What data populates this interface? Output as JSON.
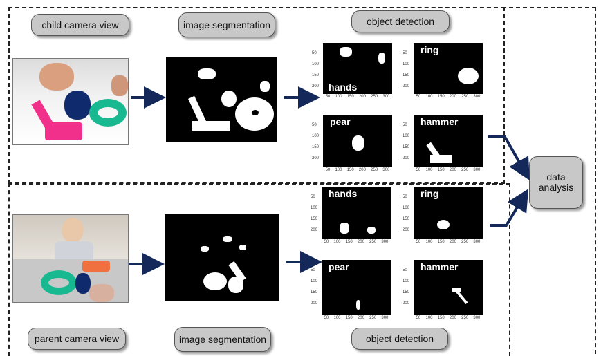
{
  "labels": {
    "child_camera_view": "child camera view",
    "image_segmentation_top": "image segmentation",
    "object_detection_top": "object detection",
    "parent_camera_view": "parent camera view",
    "image_segmentation_bottom": "image segmentation",
    "object_detection_bottom": "object detection",
    "data_analysis": "data analysis"
  },
  "plots": {
    "child": [
      {
        "label": "hands"
      },
      {
        "label": "ring"
      },
      {
        "label": "pear"
      },
      {
        "label": "hammer"
      }
    ],
    "parent": [
      {
        "label": "hands"
      },
      {
        "label": "ring"
      },
      {
        "label": "pear"
      },
      {
        "label": "hammer"
      }
    ]
  },
  "axis_ticks": {
    "y": [
      "50",
      "100",
      "150",
      "200"
    ],
    "x": [
      "50",
      "100",
      "150",
      "200",
      "250",
      "300"
    ]
  },
  "colors": {
    "arrow": "#14285a",
    "pill_fill": "#c8c8c8",
    "ring_green": "#18b890",
    "hammer_pink": "#f0308a",
    "pear_blue": "#102a6e"
  }
}
